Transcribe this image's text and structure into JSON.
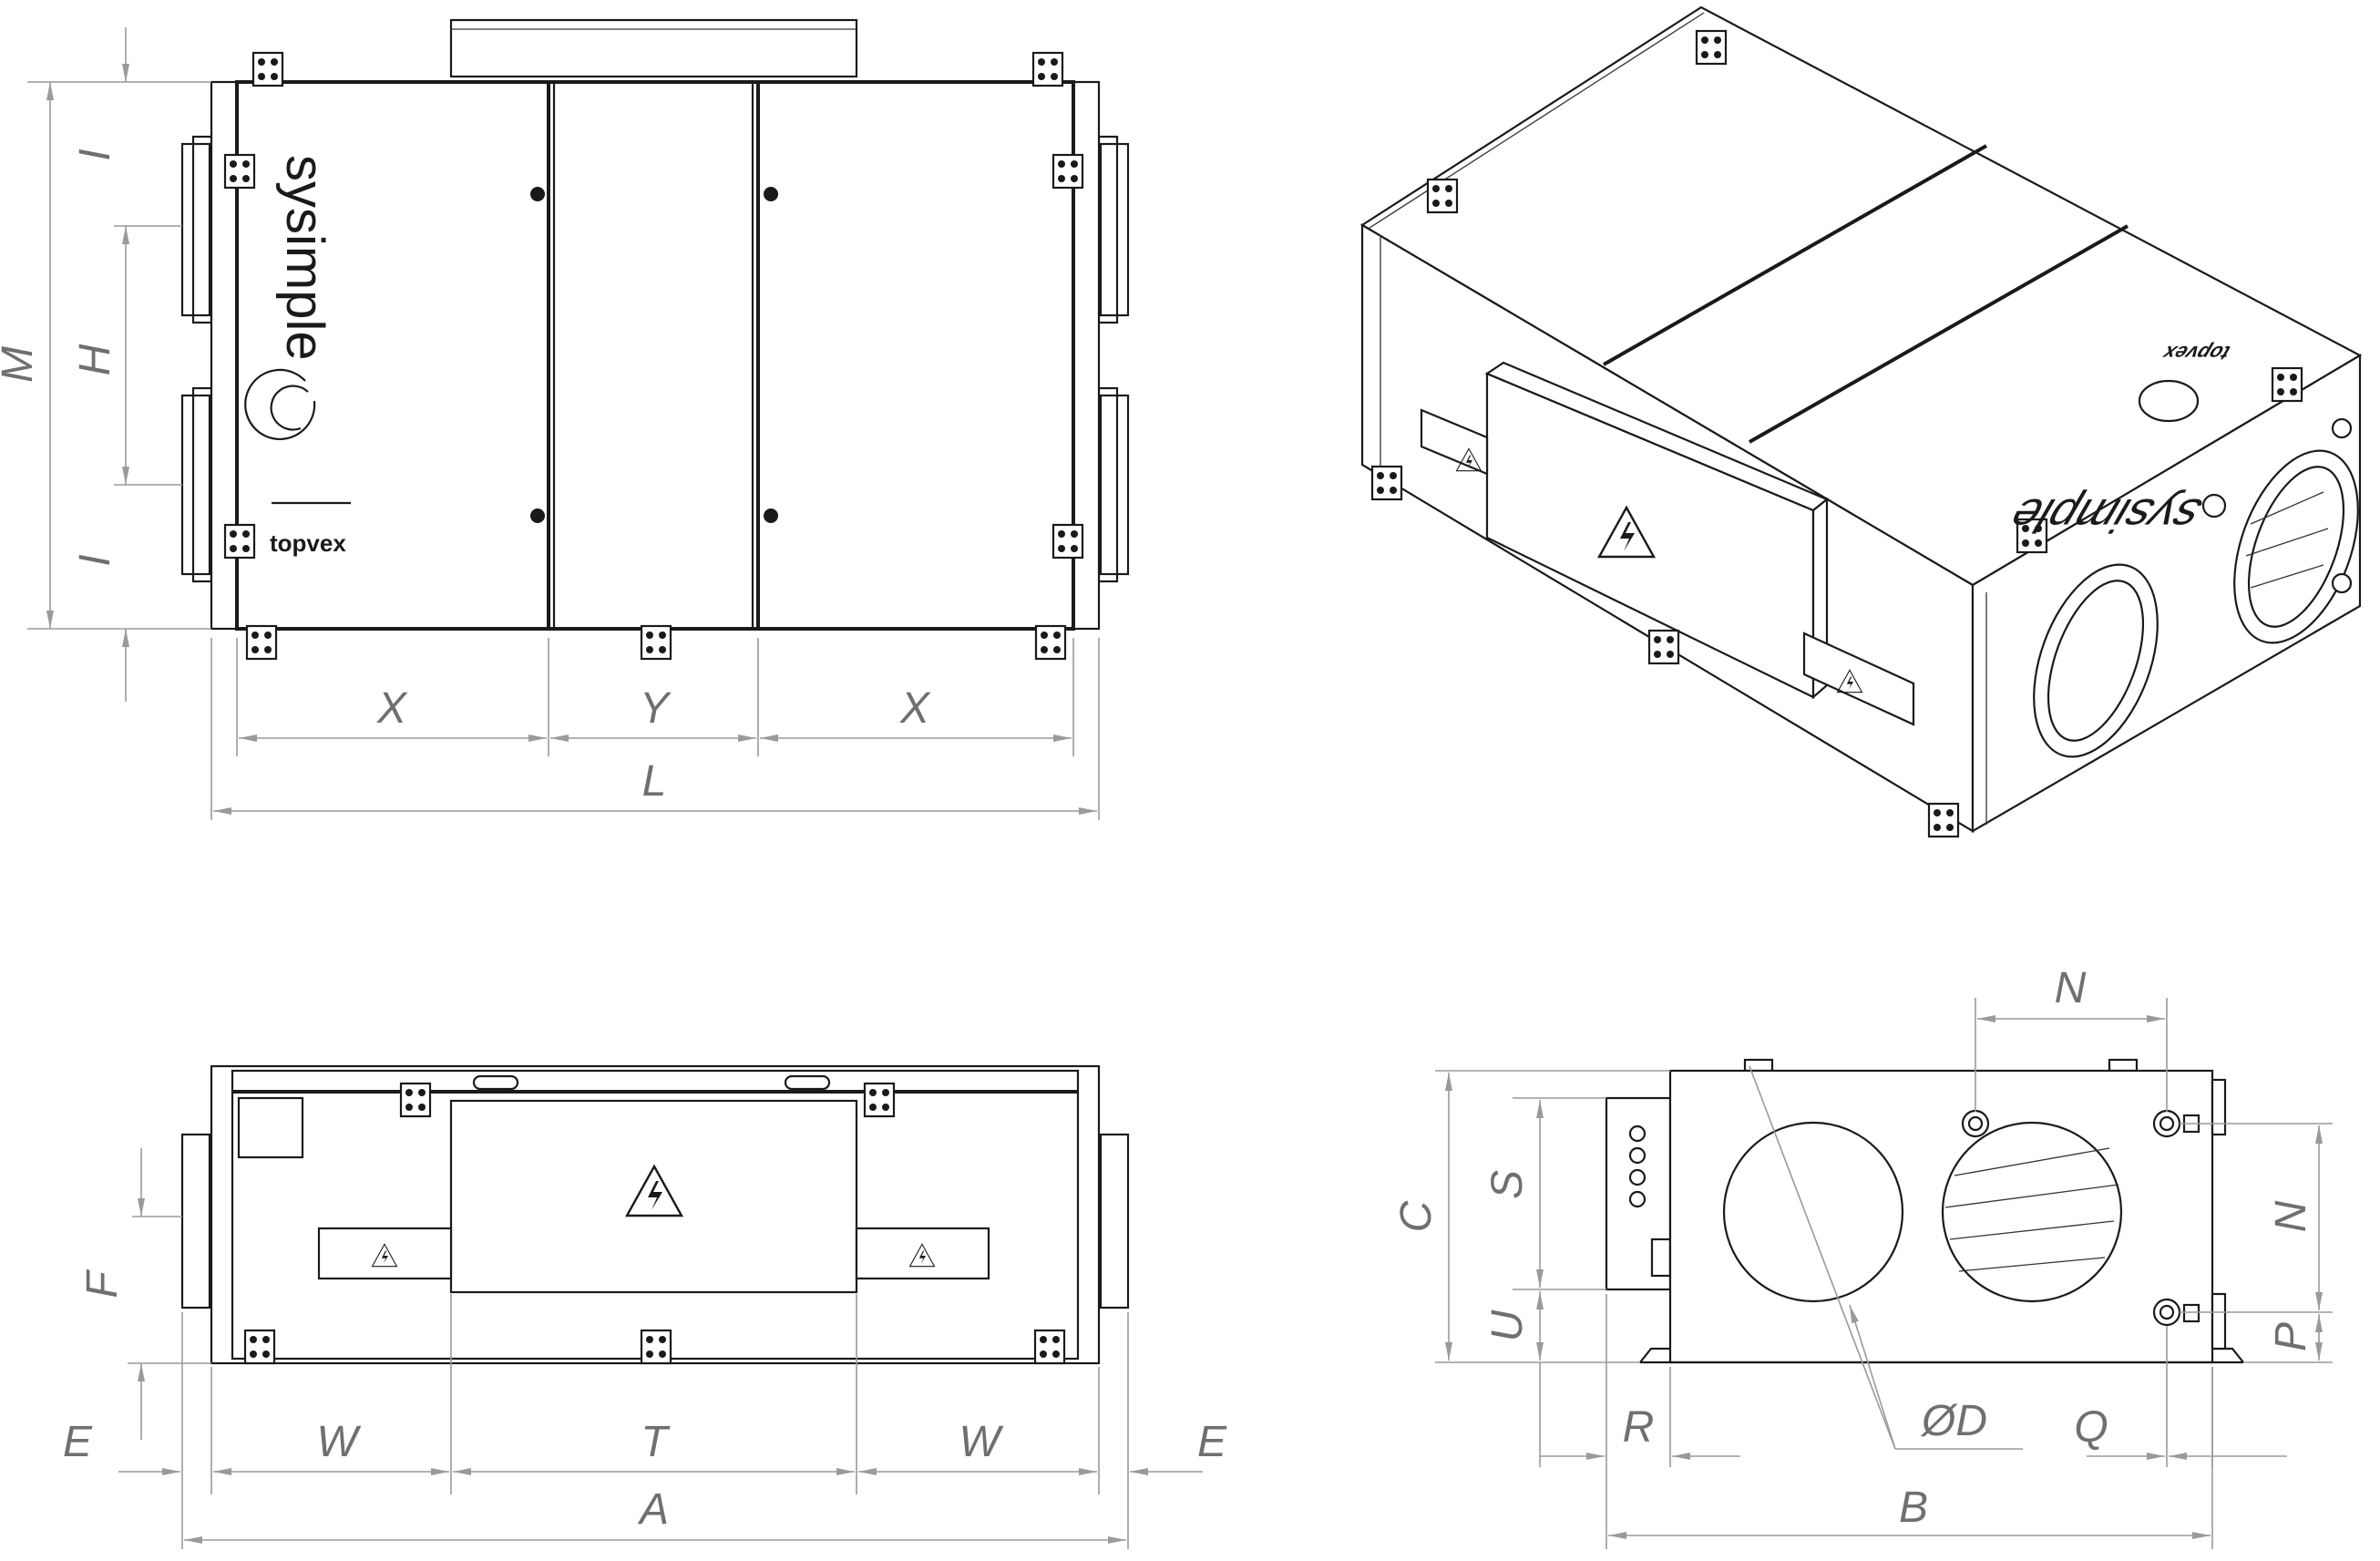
{
  "labels": {
    "M": "M",
    "I": "I",
    "H": "H",
    "X": "X",
    "Y": "Y",
    "L": "L",
    "F": "F",
    "E": "E",
    "W": "W",
    "T": "T",
    "A": "A",
    "N": "N",
    "C": "C",
    "S": "S",
    "U": "U",
    "P": "P",
    "R": "R",
    "Q": "Q",
    "B": "B",
    "D": "ØD"
  },
  "brand": {
    "logo": "sysimple",
    "model": "topvex"
  },
  "colors": {
    "line": "#1a1a1a",
    "dimension": "#9a9a9a",
    "label": "#6f6f6f",
    "background": "#ffffff"
  },
  "icons": {
    "warning": "electrical-hazard-icon",
    "logo": "sysimple-swirl-logo-icon"
  }
}
